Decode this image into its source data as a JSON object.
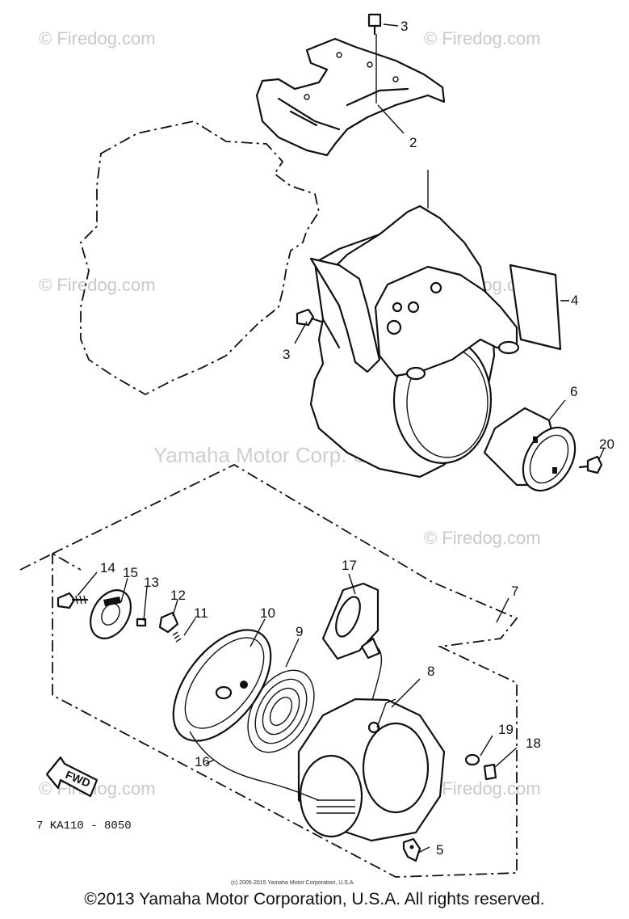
{
  "watermarks": {
    "site": "© Firedog.com",
    "corp": "Yamaha Motor Corp. U.S.A."
  },
  "labels": {
    "p2": "2",
    "p3a": "3",
    "p3b": "3",
    "p4": "4",
    "p5": "5",
    "p6": "6",
    "p7": "7",
    "p8": "8",
    "p9": "9",
    "p10": "10",
    "p11": "11",
    "p12": "12",
    "p13": "13",
    "p14": "14",
    "p15": "15",
    "p16": "16",
    "p17": "17",
    "p18": "18",
    "p19": "19",
    "p20": "20"
  },
  "fwd_label": "FWD",
  "drawing_number": "7 KA110 - 8050",
  "small_copyright": "(c) 2005-2015 Yamaha Motor Corporation, U.S.A.",
  "copyright": "©2013 Yamaha Motor Corporation, U.S.A. All rights reserved."
}
